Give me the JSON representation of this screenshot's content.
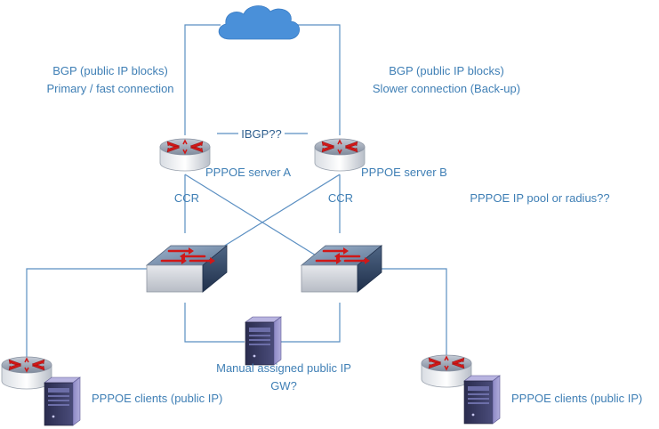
{
  "labels": {
    "bgp_left_1": "BGP (public IP blocks)",
    "bgp_left_2": "Primary / fast connection",
    "bgp_right_1": "BGP (public IP blocks)",
    "bgp_right_2": "Slower connection (Back-up)",
    "ibgp": "IBGP??",
    "pppoe_server_a": "PPPOE server A",
    "pppoe_server_b": "PPPOE server B",
    "ccr_left": "CCR",
    "ccr_right": "CCR",
    "pppoe_pool": "PPPOE IP pool or radius??",
    "manual_ip_1": "Manual assigned public IP",
    "manual_ip_2": "GW?",
    "clients_left": "PPPOE clients (public IP)",
    "clients_right": "PPPOE clients (public IP)"
  },
  "icons": {
    "cloud": "cloud-icon",
    "router": "router-icon",
    "switch": "switch-icon",
    "server": "server-icon"
  },
  "colors": {
    "line": "#5b8fc2",
    "label": "#3f7fb5",
    "cloud": "#4a90d9",
    "arrow_red": "#d01818"
  }
}
